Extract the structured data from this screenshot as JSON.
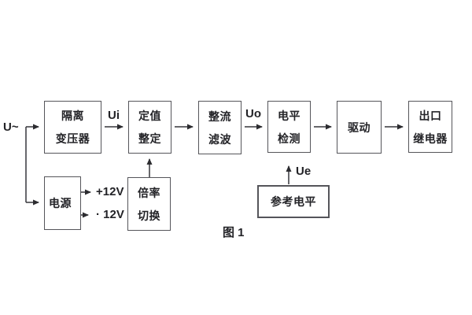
{
  "figure": {
    "caption": "图 1",
    "source_label": "U~",
    "signal_labels": {
      "ui": "Ui",
      "uo": "Uo",
      "ue": "Ue"
    },
    "power_outputs": {
      "positive": "+12V",
      "negative": "· 12V"
    },
    "blocks": {
      "isolation_transformer": {
        "lines": [
          "隔离",
          "变压器"
        ]
      },
      "setpoint_adjust": {
        "lines": [
          "定值",
          "整定"
        ]
      },
      "rectifier_filter": {
        "lines": [
          "整流",
          "滤波"
        ]
      },
      "level_detector": {
        "lines": [
          "电平",
          "检测"
        ]
      },
      "driver": {
        "lines": [
          "驱动"
        ]
      },
      "output_relay": {
        "lines": [
          "出口",
          "继电器"
        ]
      },
      "power_supply": {
        "lines": [
          "电源"
        ]
      },
      "ratio_switch": {
        "lines": [
          "倍率",
          "切换"
        ]
      },
      "reference_level": {
        "lines": [
          "参考电平"
        ]
      }
    },
    "colors": {
      "background": "#ffffff",
      "line": "#35353a",
      "box_border": "#55555a",
      "text": "#232327"
    }
  }
}
